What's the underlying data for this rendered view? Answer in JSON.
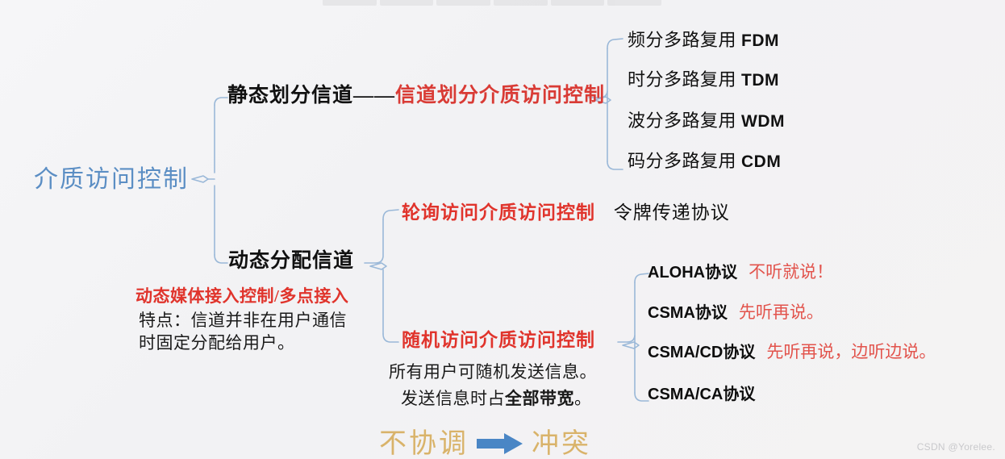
{
  "watermark": "CSDN @Yorelee.",
  "root": {
    "label": "介质访问控制",
    "color": "#5b8ec4"
  },
  "branches": {
    "static": {
      "label_black": "静态划分信道——",
      "label_red": "信道划分介质访问控制",
      "children": [
        {
          "cn": "频分多路复用 ",
          "en": "FDM"
        },
        {
          "cn": "时分多路复用 ",
          "en": "TDM"
        },
        {
          "cn": "波分多路复用 ",
          "en": "WDM"
        },
        {
          "cn": "码分多路复用 ",
          "en": "CDM"
        }
      ]
    },
    "dynamic": {
      "label": "动态分配信道",
      "annotation_red": "动态媒体接入控制/多点接入",
      "annotation_line1": "特点：信道并非在用户通信",
      "annotation_line2": "时固定分配给用户。",
      "polling": {
        "label_red": "轮询访问介质访问控制",
        "label_black": "令牌传递协议"
      },
      "random": {
        "label_red": "随机访问介质访问控制",
        "note_line1": "所有用户可随机发送信息。",
        "note_line2_prefix": "发送信息时占",
        "note_line2_bold": "全部带宽",
        "note_line2_suffix": "。",
        "protocols": [
          {
            "name": "ALOHA",
            "cn": "协议",
            "note": "不听就说！"
          },
          {
            "name": "CSMA",
            "cn": "协议",
            "note": "先听再说。"
          },
          {
            "name": "CSMA/CD",
            "cn": "协议",
            "note": "先听再说，边听边说。"
          },
          {
            "name": "CSMA/CA",
            "cn": "协议",
            "note": ""
          }
        ]
      }
    }
  },
  "footer": {
    "left": "不协调",
    "right": "冲突",
    "arrow_color": "#4a86c5",
    "text_color": "#d9b36a"
  },
  "colors": {
    "accent_blue": "#5b8ec4",
    "red": "#e0342c",
    "soft_red": "#e2534c",
    "connector": "#9ab8d8",
    "background": "#f3f3f5"
  }
}
